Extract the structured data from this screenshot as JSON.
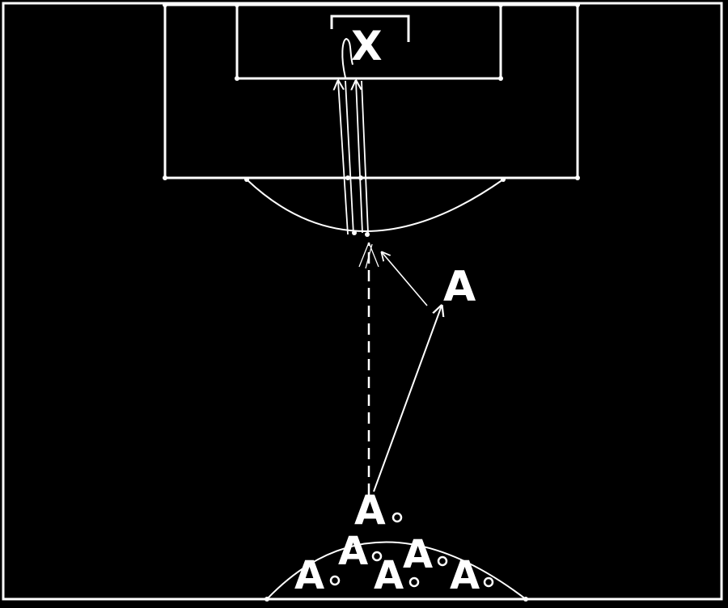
{
  "diagram": {
    "background_color": "#000000",
    "line_color": "#ffffff",
    "goalkeeper_label": "X",
    "attacker_label": "A",
    "queue_players": [
      {
        "label": "A"
      },
      {
        "label": "A"
      },
      {
        "label": "A"
      },
      {
        "label": "A"
      },
      {
        "label": "A"
      },
      {
        "label": "A"
      }
    ],
    "support_player": {
      "label": "A"
    },
    "ball_icon": "small-circle"
  }
}
